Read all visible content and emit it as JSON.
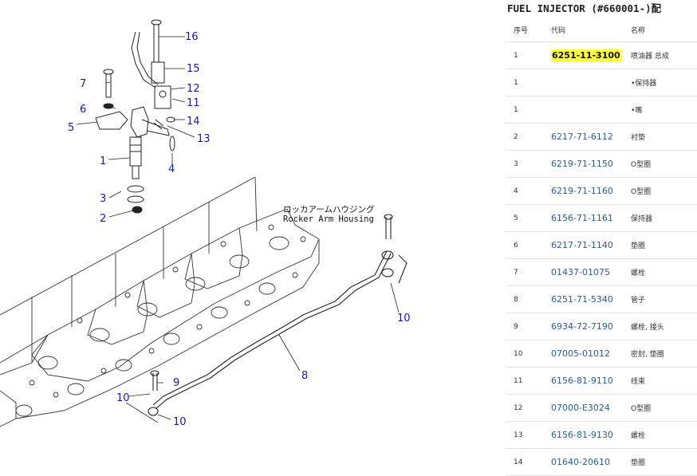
{
  "diagram": {
    "labels": {
      "l1": "1",
      "l2": "2",
      "l3": "3",
      "l4": "4",
      "l5": "5",
      "l6": "6",
      "l7": "7",
      "l8": "8",
      "l9": "9",
      "l10a": "10",
      "l10b": "10",
      "l10c": "10",
      "l11": "11",
      "l12": "12",
      "l13": "13",
      "l14": "14",
      "l15": "15",
      "l16": "16"
    },
    "housing_jp": "ロッカアームハウジング",
    "housing_en": "Rocker Arm Housing"
  },
  "parts_table": {
    "title": "FUEL INJECTOR (#660001-)配",
    "headers": {
      "no": "序号",
      "code": "代码",
      "name": "名称"
    },
    "rows": [
      {
        "no": "1",
        "code": "6251-11-3100",
        "name": "喷油器 总成"
      },
      {
        "no": "1",
        "code": "",
        "name": "•保持器"
      },
      {
        "no": "1",
        "code": "",
        "name": "•嘴"
      },
      {
        "no": "2",
        "code": "6217-71-6112",
        "name": "衬垫"
      },
      {
        "no": "3",
        "code": "6219-71-1150",
        "name": "O型圈"
      },
      {
        "no": "4",
        "code": "6219-71-1160",
        "name": "O型圈"
      },
      {
        "no": "5",
        "code": "6156-71-1161",
        "name": "保持器"
      },
      {
        "no": "6",
        "code": "6217-71-1140",
        "name": "垫圈"
      },
      {
        "no": "7",
        "code": "01437-01075",
        "name": "螺栓"
      },
      {
        "no": "8",
        "code": "6251-71-5340",
        "name": "管子"
      },
      {
        "no": "9",
        "code": "6934-72-7190",
        "name": "螺栓, 接头"
      },
      {
        "no": "10",
        "code": "07005-01012",
        "name": "密封, 垫圈"
      },
      {
        "no": "11",
        "code": "6156-81-9110",
        "name": "线束"
      },
      {
        "no": "12",
        "code": "07000-E3024",
        "name": "O型圈"
      },
      {
        "no": "13",
        "code": "6156-81-9130",
        "name": "螺栓"
      },
      {
        "no": "14",
        "code": "01640-20610",
        "name": "垫圈"
      }
    ]
  }
}
